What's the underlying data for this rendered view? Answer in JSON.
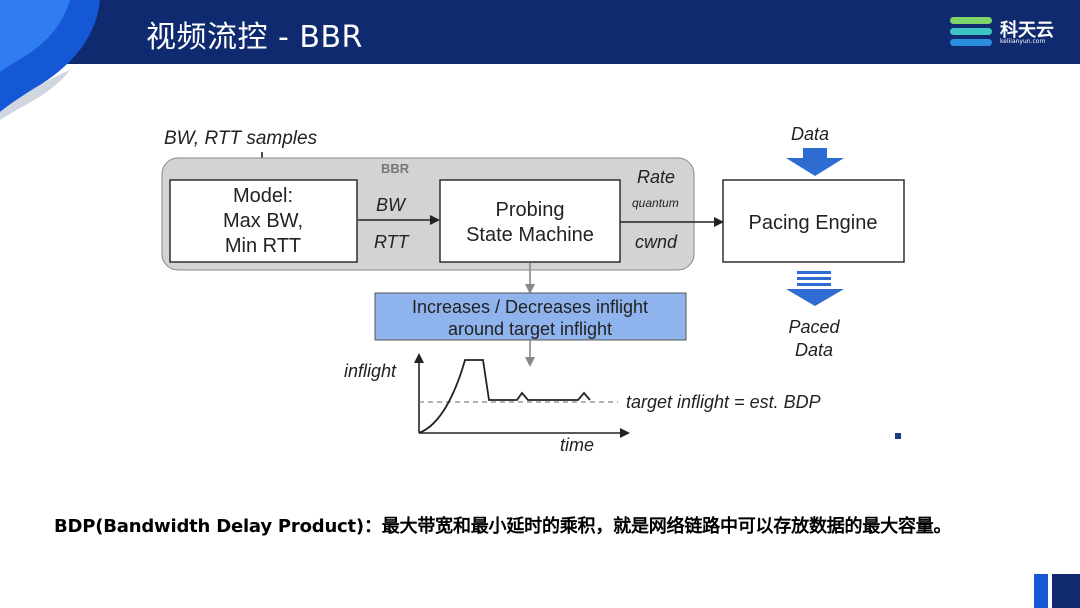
{
  "header": {
    "title": "视频流控 - BBR"
  },
  "logo": {
    "name": "科天云",
    "domain": "keliianyun.com"
  },
  "diagram": {
    "samples_label": "BW, RTT samples",
    "bbr_label": "BBR",
    "model_lines": [
      "Model:",
      "Max BW,",
      "Min RTT"
    ],
    "bw_label": "BW",
    "rtt_label": "RTT",
    "probing_lines": [
      "Probing",
      "State Machine"
    ],
    "rate_label": "Rate",
    "quantum_label": "quantum",
    "cwnd_label": "cwnd",
    "data_label": "Data",
    "pacing_label": "Pacing Engine",
    "paced_lines": [
      "Paced",
      "Data"
    ],
    "inflight_box_lines": [
      "Increases / Decreases inflight",
      "around target inflight"
    ],
    "inflight_axis": "inflight",
    "target_label": "target inflight = est. BDP",
    "time_axis": "time"
  },
  "caption": "BDP(Bandwidth Delay Product)：最大带宽和最小延时的乘积，就是网络链路中可以存放数据的最大容量。",
  "colors": {
    "header": "#0f2a6e",
    "accent": "#1558d6",
    "bbr_bg": "#d3d3d3",
    "inflight_box": "#8fb3ec",
    "arrow_blue": "#2f6cd1"
  }
}
